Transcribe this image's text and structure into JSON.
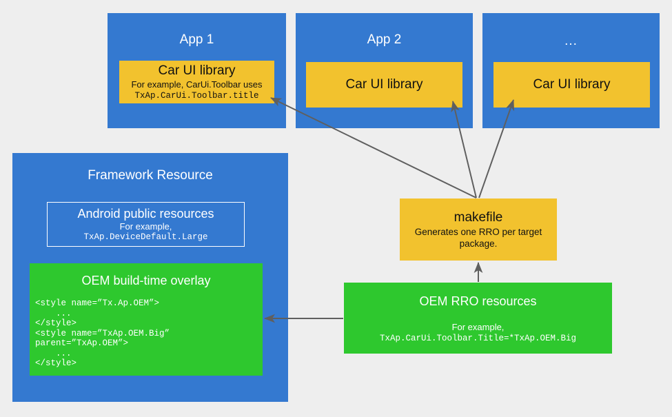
{
  "diagram": {
    "background_color": "#eeeeee",
    "colors": {
      "blue": "#3479d0",
      "yellow": "#f2c22e",
      "green": "#2ec82e",
      "arrow": "#5f5f5f",
      "white": "#ffffff",
      "text_dark": "#111111"
    }
  },
  "apps": [
    {
      "title": "App 1",
      "library_title": "Car UI library",
      "library_sub": "For example, CarUi.Toolbar uses",
      "library_code": "TxAp.CarUi.Toolbar.title"
    },
    {
      "title": "App 2",
      "library_title": "Car UI library",
      "library_sub": "",
      "library_code": ""
    },
    {
      "title": "...",
      "library_title": "Car UI library",
      "library_sub": "",
      "library_code": ""
    }
  ],
  "framework": {
    "title": "Framework Resource",
    "public_resources": {
      "title": "Android public resources",
      "sub": "For example,",
      "code": "TxAp.DeviceDefault.Large"
    },
    "overlay": {
      "title": "OEM build-time overlay",
      "code": "<style name=”Tx.Ap.OEM”>\n    ...\n</style>\n<style name=”TxAp.OEM.Big”\nparent=”TxAp.OEM”>\n    ...\n</style>"
    }
  },
  "makefile": {
    "title": "makefile",
    "sub": "Generates one RRO per target package."
  },
  "rro": {
    "title": "OEM RRO resources",
    "sub": "For example,",
    "code": "TxAp.CarUi.Toolbar.Title=*TxAp.OEM.Big"
  }
}
